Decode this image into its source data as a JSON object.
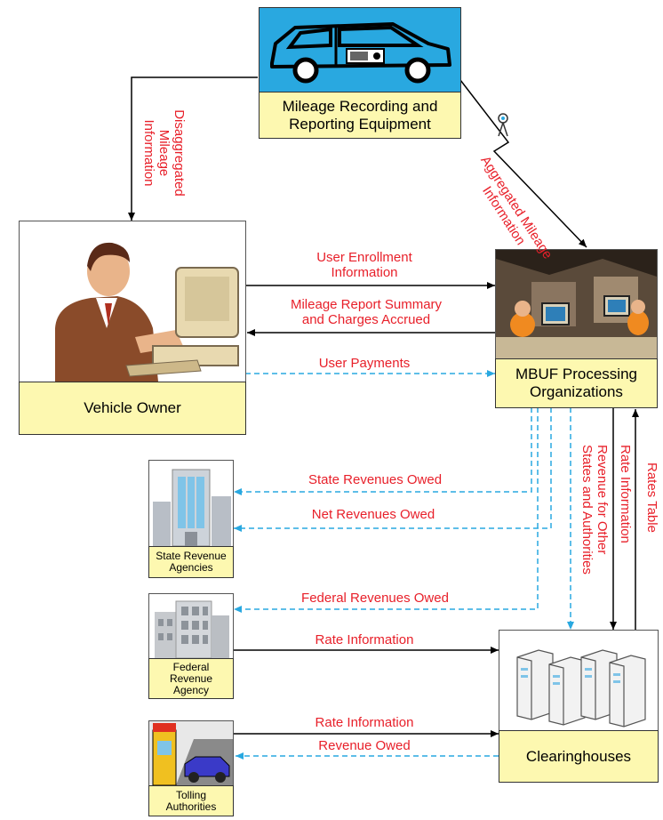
{
  "nodes": {
    "mileage_equipment": "Mileage Recording and Reporting Equipment",
    "vehicle_owner": "Vehicle Owner",
    "mbuf": "MBUF Processing Organizations",
    "state_revenue": "State Revenue Agencies",
    "federal_revenue": "Federal Revenue Agency",
    "tolling": "Tolling Authorities",
    "clearinghouses": "Clearinghouses"
  },
  "flows": {
    "disaggregated": "Disaggregated Mileage Information",
    "aggregated": "Aggregated Mileage Information",
    "user_enrollment_1": "User Enrollment",
    "user_enrollment_2": "Information",
    "mileage_summary_1": "Mileage Report Summary",
    "mileage_summary_2": "and Charges Accrued",
    "user_payments": "User Payments",
    "state_revenues_owed": "State Revenues Owed",
    "net_revenues_owed": "Net Revenues Owed",
    "federal_revenues_owed": "Federal Revenues Owed",
    "rate_info_federal": "Rate Information",
    "rate_info_tolling": "Rate Information",
    "revenue_owed": "Revenue Owed",
    "revenue_other_1": "Revenue for Other",
    "revenue_other_2": "States and Authorities",
    "rate_info_vertical": "Rate Information",
    "rates_table": "Rates Table"
  },
  "colors": {
    "label_text": "#e8202a",
    "box_fill": "#fdf8b0",
    "solid_arrow": "#000000",
    "dashed_arrow": "#29a8e0",
    "car_panel": "#29a8e0"
  },
  "icons": {
    "mileage_equipment": "car-with-meter-icon",
    "vehicle_owner": "person-at-computer-icon",
    "mbuf": "office-workers-icon",
    "state_revenue": "office-building-icon",
    "federal_revenue": "government-building-icon",
    "tolling": "toll-booth-icon",
    "clearinghouses": "servers-icon"
  }
}
